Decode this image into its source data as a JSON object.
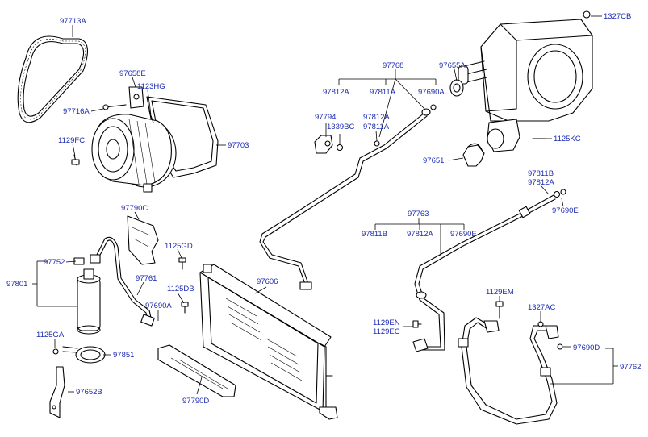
{
  "diagram": {
    "labels": {
      "l97713A": "97713A",
      "l97658E": "97658E",
      "l1123HG": "1123HG",
      "l97716A": "97716A",
      "l97703": "97703",
      "l1129FC": "1129FC",
      "l97790C": "97790C",
      "l1125GD": "1125GD",
      "l97752": "97752",
      "l97801": "97801",
      "l97761": "97761",
      "l1125DB": "1125DB",
      "l97690A_b": "97690A",
      "l97606": "97606",
      "l1125GA": "1125GA",
      "l97851": "97851",
      "l97652B": "97652B",
      "l97790D": "97790D",
      "l97768": "97768",
      "l97812A_a": "97812A",
      "l97811A_a": "97811A",
      "l97690A_a": "97690A",
      "l97794": "97794",
      "l1339BC": "1339BC",
      "l97812A_b": "97812A",
      "l97811A_b": "97811A",
      "l97655A": "97655A",
      "l1327CB": "1327CB",
      "l1125KC": "1125KC",
      "l97651": "97651",
      "l97811B_a": "97811B",
      "l97812A_c": "97812A",
      "l97690E_a": "97690E",
      "l97763": "97763",
      "l97811B_b": "97811B",
      "l97812A_d": "97812A",
      "l97690E_b": "97690E",
      "l1129EM": "1129EM",
      "l1327AC": "1327AC",
      "l1129EN": "1129EN",
      "l1129EC": "1129EC",
      "l97690D": "97690D",
      "l97762": "97762"
    }
  }
}
